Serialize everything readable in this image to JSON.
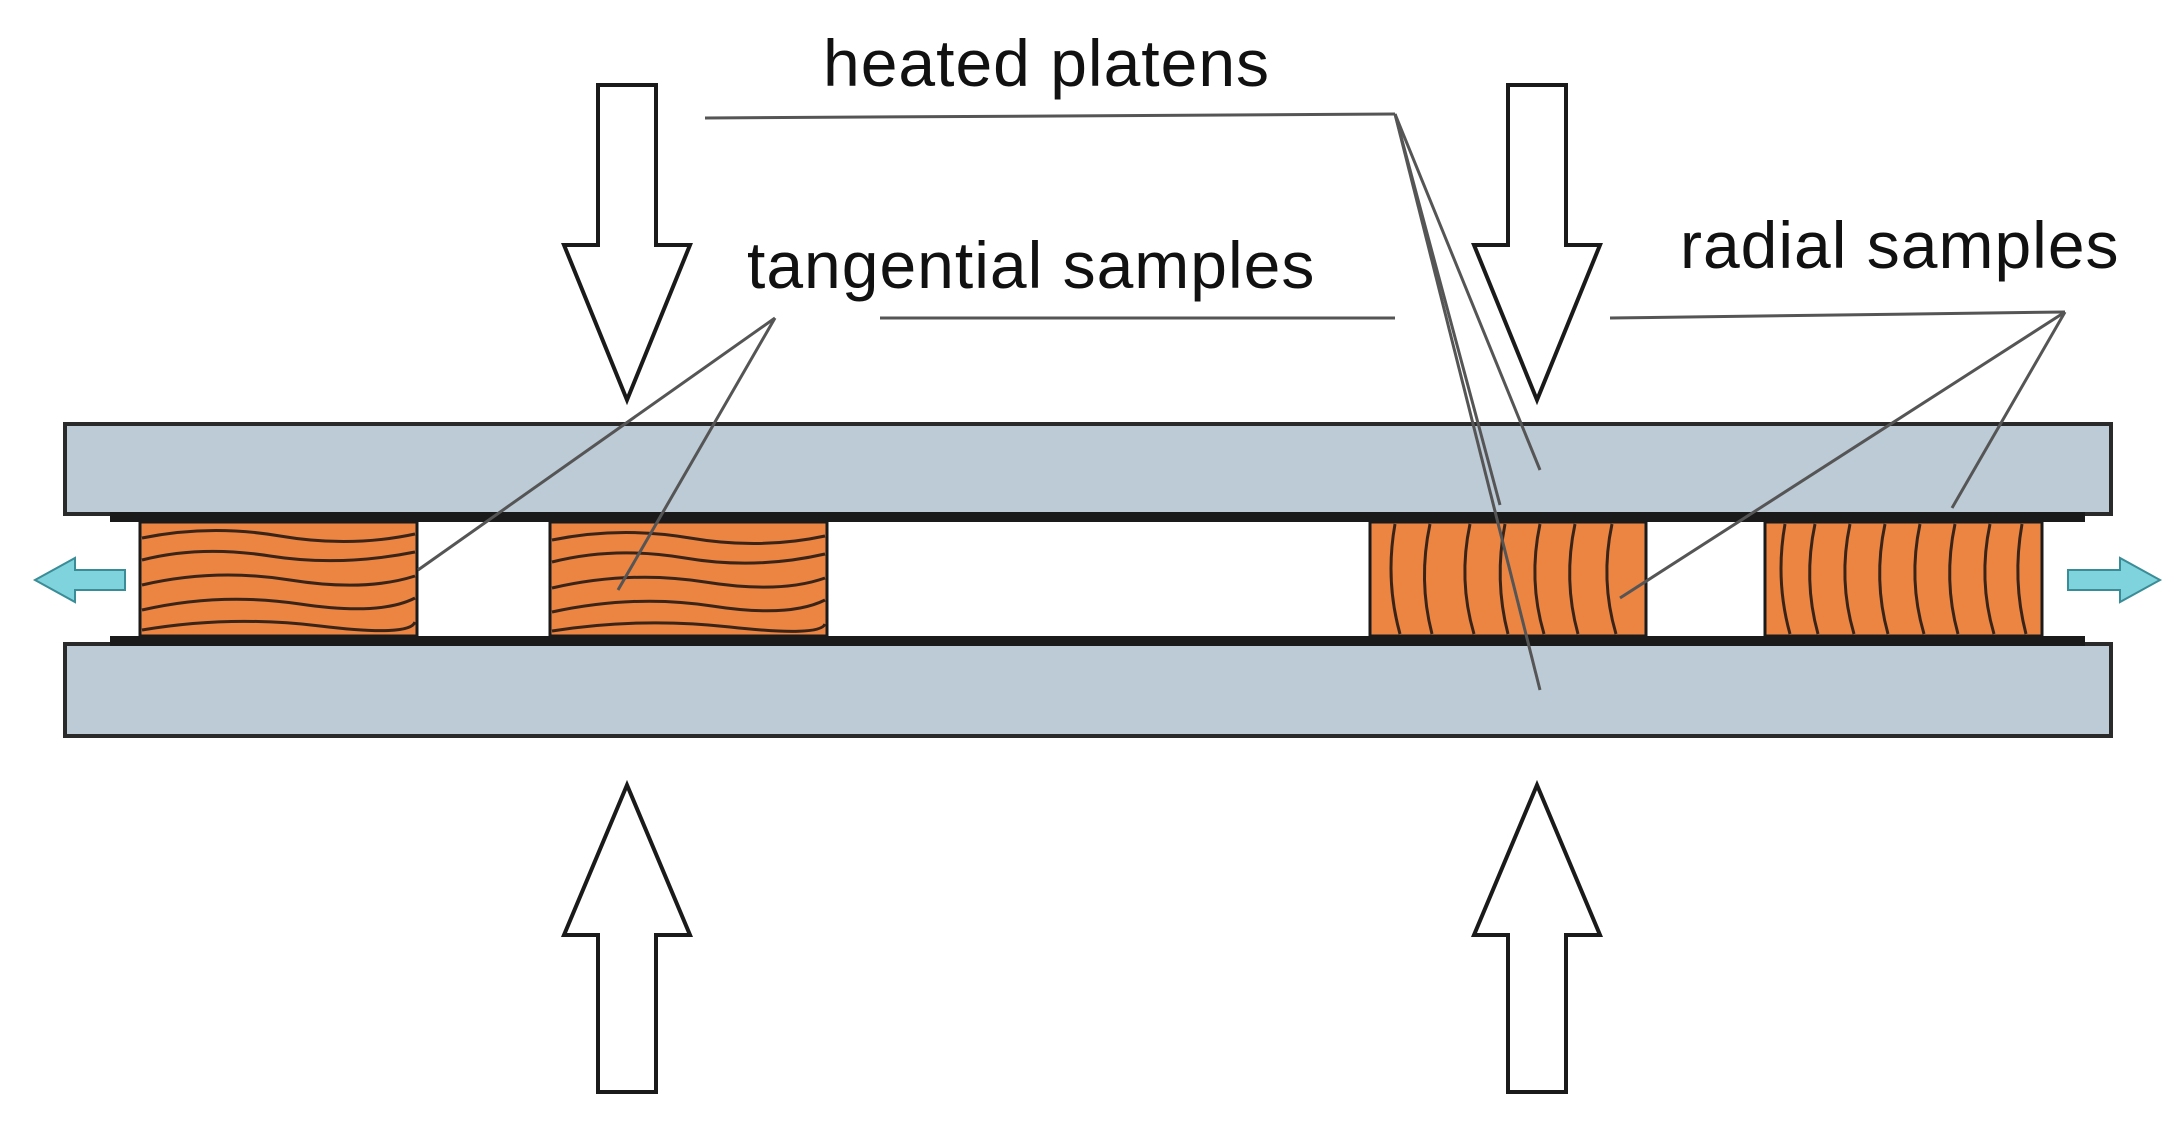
{
  "labels": {
    "heated_platens": "heated platens",
    "tangential_samples": "tangential samples",
    "radial_samples": "radial samples"
  },
  "colors": {
    "platen_fill": "#bccbd6",
    "platen_stroke": "#2a2a2a",
    "sample_fill": "#ec8442",
    "grain_line": "#3a2418",
    "arrow_fill": "#ffffff",
    "arrow_stroke": "#1a1a1a",
    "side_arrow_fill": "#7fd3dd",
    "leader_line": "#555555"
  },
  "elements": {
    "platens": [
      "upper-platen",
      "lower-platen"
    ],
    "samples": [
      {
        "id": "tangential-sample-1",
        "orientation": "tangential"
      },
      {
        "id": "tangential-sample-2",
        "orientation": "tangential"
      },
      {
        "id": "radial-sample-1",
        "orientation": "radial"
      },
      {
        "id": "radial-sample-2",
        "orientation": "radial"
      }
    ],
    "press_arrows": [
      "down-arrow-left",
      "down-arrow-right",
      "up-arrow-left",
      "up-arrow-right"
    ],
    "side_arrows": [
      "side-arrow-left",
      "side-arrow-right"
    ]
  }
}
